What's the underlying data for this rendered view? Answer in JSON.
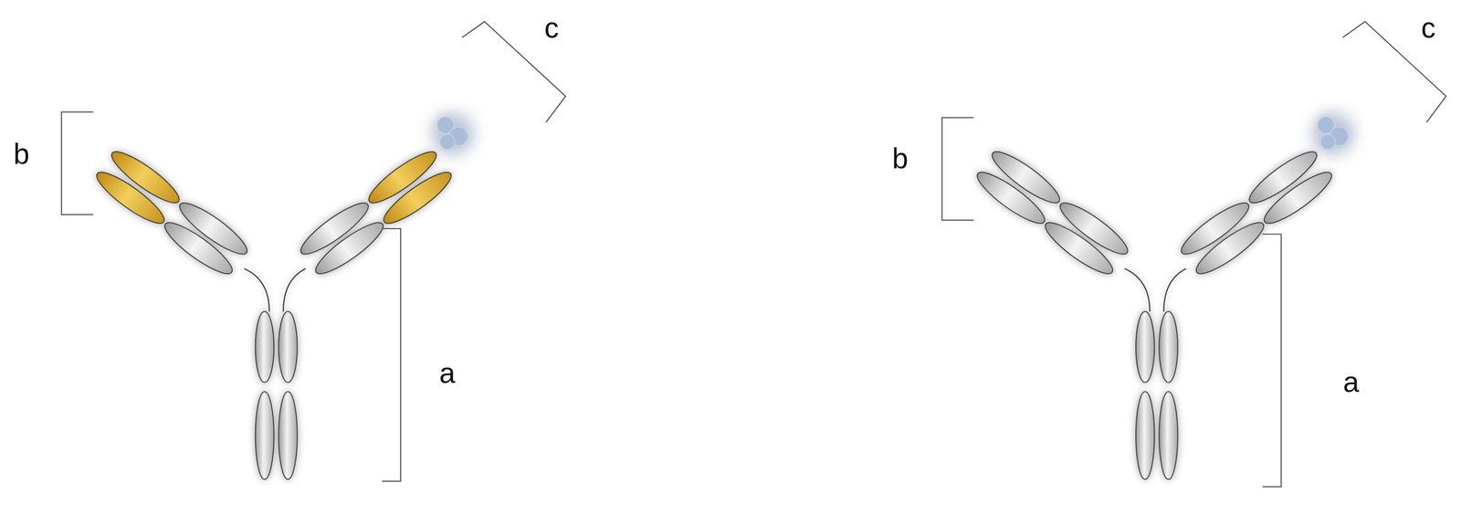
{
  "diagram": {
    "labels": [
      "b",
      "c",
      "a",
      "b",
      "c",
      "a"
    ]
  }
}
